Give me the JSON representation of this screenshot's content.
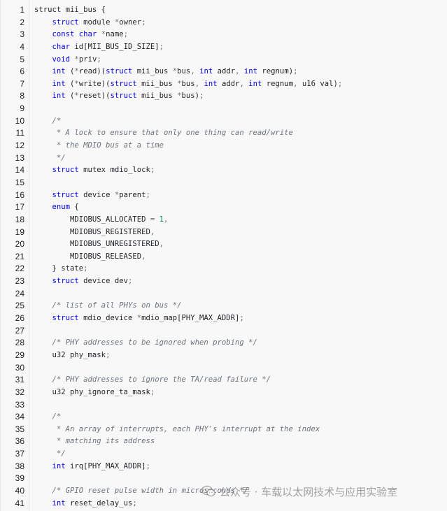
{
  "code": {
    "lines": [
      [
        [
          "",
          "struct mii_bus {"
        ]
      ],
      [
        [
          "",
          "    "
        ],
        [
          "kw",
          "struct"
        ],
        [
          "",
          " module "
        ],
        [
          "op",
          "*"
        ],
        [
          "",
          "owner"
        ],
        [
          "op",
          ";"
        ]
      ],
      [
        [
          "",
          "    "
        ],
        [
          "kw",
          "const"
        ],
        [
          "",
          " "
        ],
        [
          "kw",
          "char"
        ],
        [
          "",
          " "
        ],
        [
          "op",
          "*"
        ],
        [
          "",
          "name"
        ],
        [
          "op",
          ";"
        ]
      ],
      [
        [
          "",
          "    "
        ],
        [
          "kw",
          "char"
        ],
        [
          "",
          " id[MII_BUS_ID_SIZE]"
        ],
        [
          "op",
          ";"
        ]
      ],
      [
        [
          "",
          "    "
        ],
        [
          "kw",
          "void"
        ],
        [
          "",
          " "
        ],
        [
          "op",
          "*"
        ],
        [
          "",
          "priv"
        ],
        [
          "op",
          ";"
        ]
      ],
      [
        [
          "",
          "    "
        ],
        [
          "kw",
          "int"
        ],
        [
          "",
          " ("
        ],
        [
          "op",
          "*"
        ],
        [
          "",
          "read)("
        ],
        [
          "kw",
          "struct"
        ],
        [
          "",
          " mii_bus "
        ],
        [
          "op",
          "*"
        ],
        [
          "",
          "bus"
        ],
        [
          "op",
          ","
        ],
        [
          "",
          " "
        ],
        [
          "kw",
          "int"
        ],
        [
          "",
          " addr"
        ],
        [
          "op",
          ","
        ],
        [
          "",
          " "
        ],
        [
          "kw",
          "int"
        ],
        [
          "",
          " regnum)"
        ],
        [
          "op",
          ";"
        ]
      ],
      [
        [
          "",
          "    "
        ],
        [
          "kw",
          "int"
        ],
        [
          "",
          " ("
        ],
        [
          "op",
          "*"
        ],
        [
          "",
          "write)("
        ],
        [
          "kw",
          "struct"
        ],
        [
          "",
          " mii_bus "
        ],
        [
          "op",
          "*"
        ],
        [
          "",
          "bus"
        ],
        [
          "op",
          ","
        ],
        [
          "",
          " "
        ],
        [
          "kw",
          "int"
        ],
        [
          "",
          " addr"
        ],
        [
          "op",
          ","
        ],
        [
          "",
          " "
        ],
        [
          "kw",
          "int"
        ],
        [
          "",
          " regnum"
        ],
        [
          "op",
          ","
        ],
        [
          "",
          " u16 val)"
        ],
        [
          "op",
          ";"
        ]
      ],
      [
        [
          "",
          "    "
        ],
        [
          "kw",
          "int"
        ],
        [
          "",
          " ("
        ],
        [
          "op",
          "*"
        ],
        [
          "",
          "reset)("
        ],
        [
          "kw",
          "struct"
        ],
        [
          "",
          " mii_bus "
        ],
        [
          "op",
          "*"
        ],
        [
          "",
          "bus)"
        ],
        [
          "op",
          ";"
        ]
      ],
      [],
      [
        [
          "",
          "    "
        ],
        [
          "cmt",
          "/*"
        ]
      ],
      [
        [
          "",
          "    "
        ],
        [
          "cmt",
          " * A lock to ensure that only one thing can read/write"
        ]
      ],
      [
        [
          "",
          "    "
        ],
        [
          "cmt",
          " * the MDIO bus at a time"
        ]
      ],
      [
        [
          "",
          "    "
        ],
        [
          "cmt",
          " */"
        ]
      ],
      [
        [
          "",
          "    "
        ],
        [
          "kw",
          "struct"
        ],
        [
          "",
          " mutex mdio_lock"
        ],
        [
          "op",
          ";"
        ]
      ],
      [],
      [
        [
          "",
          "    "
        ],
        [
          "kw",
          "struct"
        ],
        [
          "",
          " device "
        ],
        [
          "op",
          "*"
        ],
        [
          "",
          "parent"
        ],
        [
          "op",
          ";"
        ]
      ],
      [
        [
          "",
          "    "
        ],
        [
          "kw",
          "enum"
        ],
        [
          "",
          " {"
        ]
      ],
      [
        [
          "",
          "        MDIOBUS_ALLOCATED "
        ],
        [
          "op",
          "="
        ],
        [
          "",
          " "
        ],
        [
          "num",
          "1"
        ],
        [
          "op",
          ","
        ]
      ],
      [
        [
          "",
          "        MDIOBUS_REGISTERED"
        ],
        [
          "op",
          ","
        ]
      ],
      [
        [
          "",
          "        MDIOBUS_UNREGISTERED"
        ],
        [
          "op",
          ","
        ]
      ],
      [
        [
          "",
          "        MDIOBUS_RELEASED"
        ],
        [
          "op",
          ","
        ]
      ],
      [
        [
          "",
          "    } state"
        ],
        [
          "op",
          ";"
        ]
      ],
      [
        [
          "",
          "    "
        ],
        [
          "kw",
          "struct"
        ],
        [
          "",
          " device dev"
        ],
        [
          "op",
          ";"
        ]
      ],
      [],
      [
        [
          "",
          "    "
        ],
        [
          "cmt",
          "/* list of all PHYs on bus */"
        ]
      ],
      [
        [
          "",
          "    "
        ],
        [
          "kw",
          "struct"
        ],
        [
          "",
          " mdio_device "
        ],
        [
          "op",
          "*"
        ],
        [
          "",
          "mdio_map[PHY_MAX_ADDR]"
        ],
        [
          "op",
          ";"
        ]
      ],
      [],
      [
        [
          "",
          "    "
        ],
        [
          "cmt",
          "/* PHY addresses to be ignored when probing */"
        ]
      ],
      [
        [
          "",
          "    u32 phy_mask"
        ],
        [
          "op",
          ";"
        ]
      ],
      [],
      [
        [
          "",
          "    "
        ],
        [
          "cmt",
          "/* PHY addresses to ignore the TA/read failure */"
        ]
      ],
      [
        [
          "",
          "    u32 phy_ignore_ta_mask"
        ],
        [
          "op",
          ";"
        ]
      ],
      [],
      [
        [
          "",
          "    "
        ],
        [
          "cmt",
          "/*"
        ]
      ],
      [
        [
          "",
          "    "
        ],
        [
          "cmt",
          " * An array of interrupts, each PHY's interrupt at the index"
        ]
      ],
      [
        [
          "",
          "    "
        ],
        [
          "cmt",
          " * matching its address"
        ]
      ],
      [
        [
          "",
          "    "
        ],
        [
          "cmt",
          " */"
        ]
      ],
      [
        [
          "",
          "    "
        ],
        [
          "kw",
          "int"
        ],
        [
          "",
          " irq[PHY_MAX_ADDR]"
        ],
        [
          "op",
          ";"
        ]
      ],
      [],
      [
        [
          "",
          "    "
        ],
        [
          "cmt",
          "/* GPIO reset pulse width in microseconds */"
        ]
      ],
      [
        [
          "",
          "    "
        ],
        [
          "kw",
          "int"
        ],
        [
          "",
          " reset_delay_us"
        ],
        [
          "op",
          ";"
        ]
      ]
    ]
  },
  "watermark": {
    "text": "公众号 · 车载以太网技术与应用实验室",
    "icon": "wechat-logo-icon"
  },
  "colors": {
    "keyword": "#0000ff",
    "comment": "#6a737d",
    "number": "#098658",
    "text": "#1f2328",
    "background": "#f8f8f8"
  }
}
